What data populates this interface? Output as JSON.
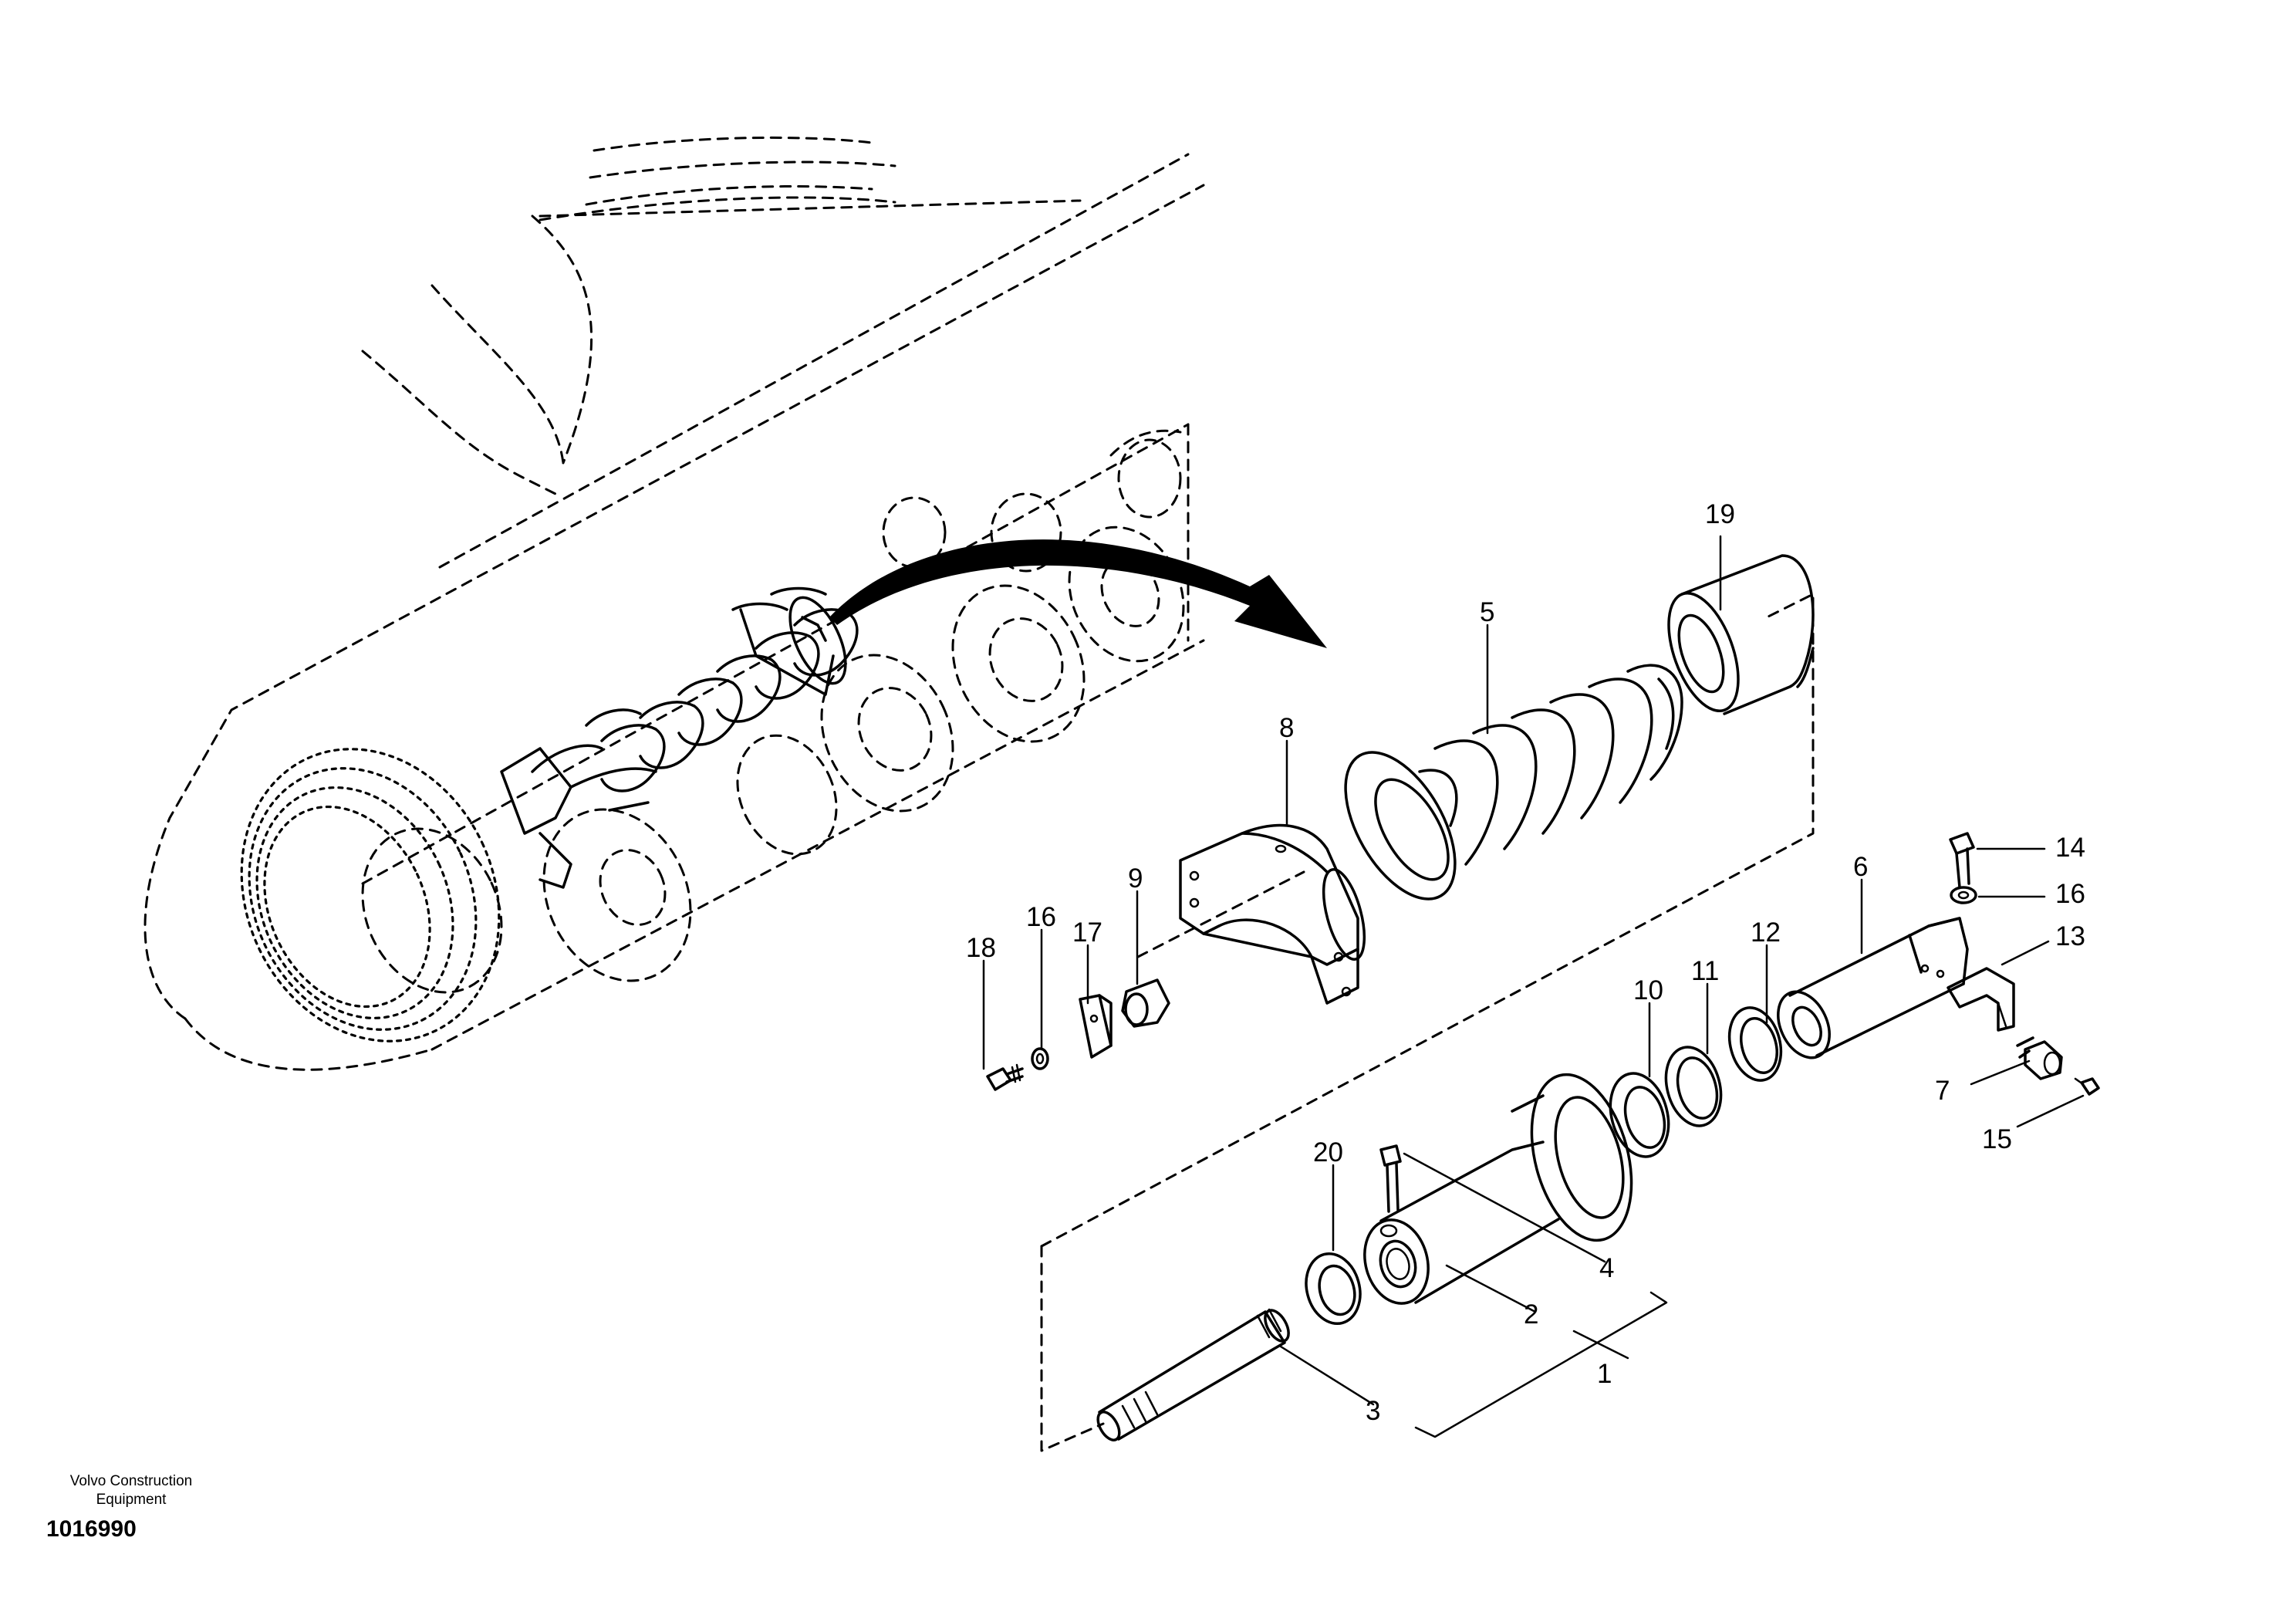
{
  "footer": {
    "company_line1": "Volvo Construction",
    "company_line2": "Equipment",
    "drawing_number": "1016990"
  },
  "callouts": {
    "c1": "1",
    "c2": "2",
    "c3": "3",
    "c4": "4",
    "c5": "5",
    "c6": "6",
    "c7": "7",
    "c8": "8",
    "c9": "9",
    "c10": "10",
    "c11": "11",
    "c12": "12",
    "c13": "13",
    "c14": "14",
    "c15": "15",
    "c16a": "16",
    "c16b": "16",
    "c17": "17",
    "c18": "18",
    "c19": "19",
    "c20": "20"
  }
}
